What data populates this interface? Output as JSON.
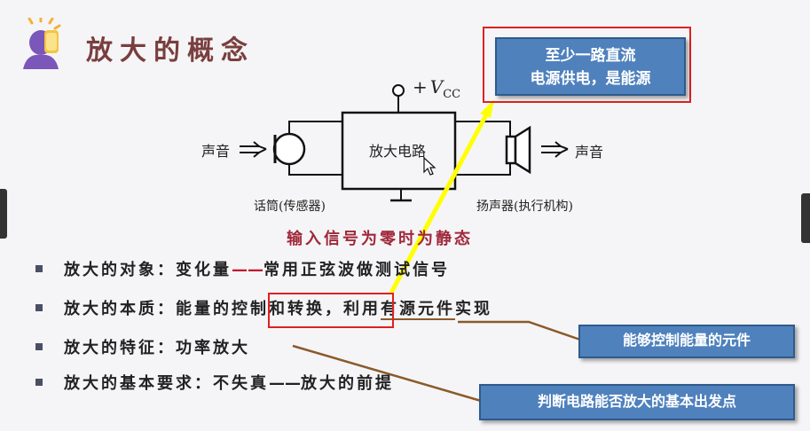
{
  "slide": {
    "title": "放大的概念",
    "title_icon": "person-idea-icon",
    "edge_icons": [
      "left-edge-tab",
      "right-edge-tab"
    ]
  },
  "diagram": {
    "input_label": "声音",
    "output_label": "声音",
    "box_label": "放大电路",
    "vcc_plus": "+",
    "vcc_v": "V",
    "vcc_sub": "CC",
    "mic_label": "话筒(传感器)",
    "speaker_label": "扬声器(执行机构)"
  },
  "note": "输入信号为零时为静态",
  "bullets": [
    {
      "head": "放大的对象：变化量",
      "dash": "——",
      "tail": "常用正弦波做测试信号"
    },
    {
      "head": "放大的本质：能量的",
      "boxed": "控制和转换",
      "tail": "，利用",
      "underlined": "有源元件",
      "tail2": "实现"
    },
    {
      "head": "放大的特征：功率放大"
    },
    {
      "head": "放大的基本要求：不失真",
      "dash": "——",
      "tail": "放大的前提"
    }
  ],
  "callouts": {
    "power": [
      "至少一路直流",
      "电源供电，是能源"
    ],
    "active": "能够控制能量的元件",
    "basic": "判断电路能否放大的基本出发点"
  },
  "colors": {
    "title": "#7a3e3e",
    "note": "#a0283a",
    "callout_fill": "#4f81bd",
    "red_box": "#e02020",
    "arrow_yellow": "#ffff00",
    "leader_brown": "#8b5a2b"
  }
}
